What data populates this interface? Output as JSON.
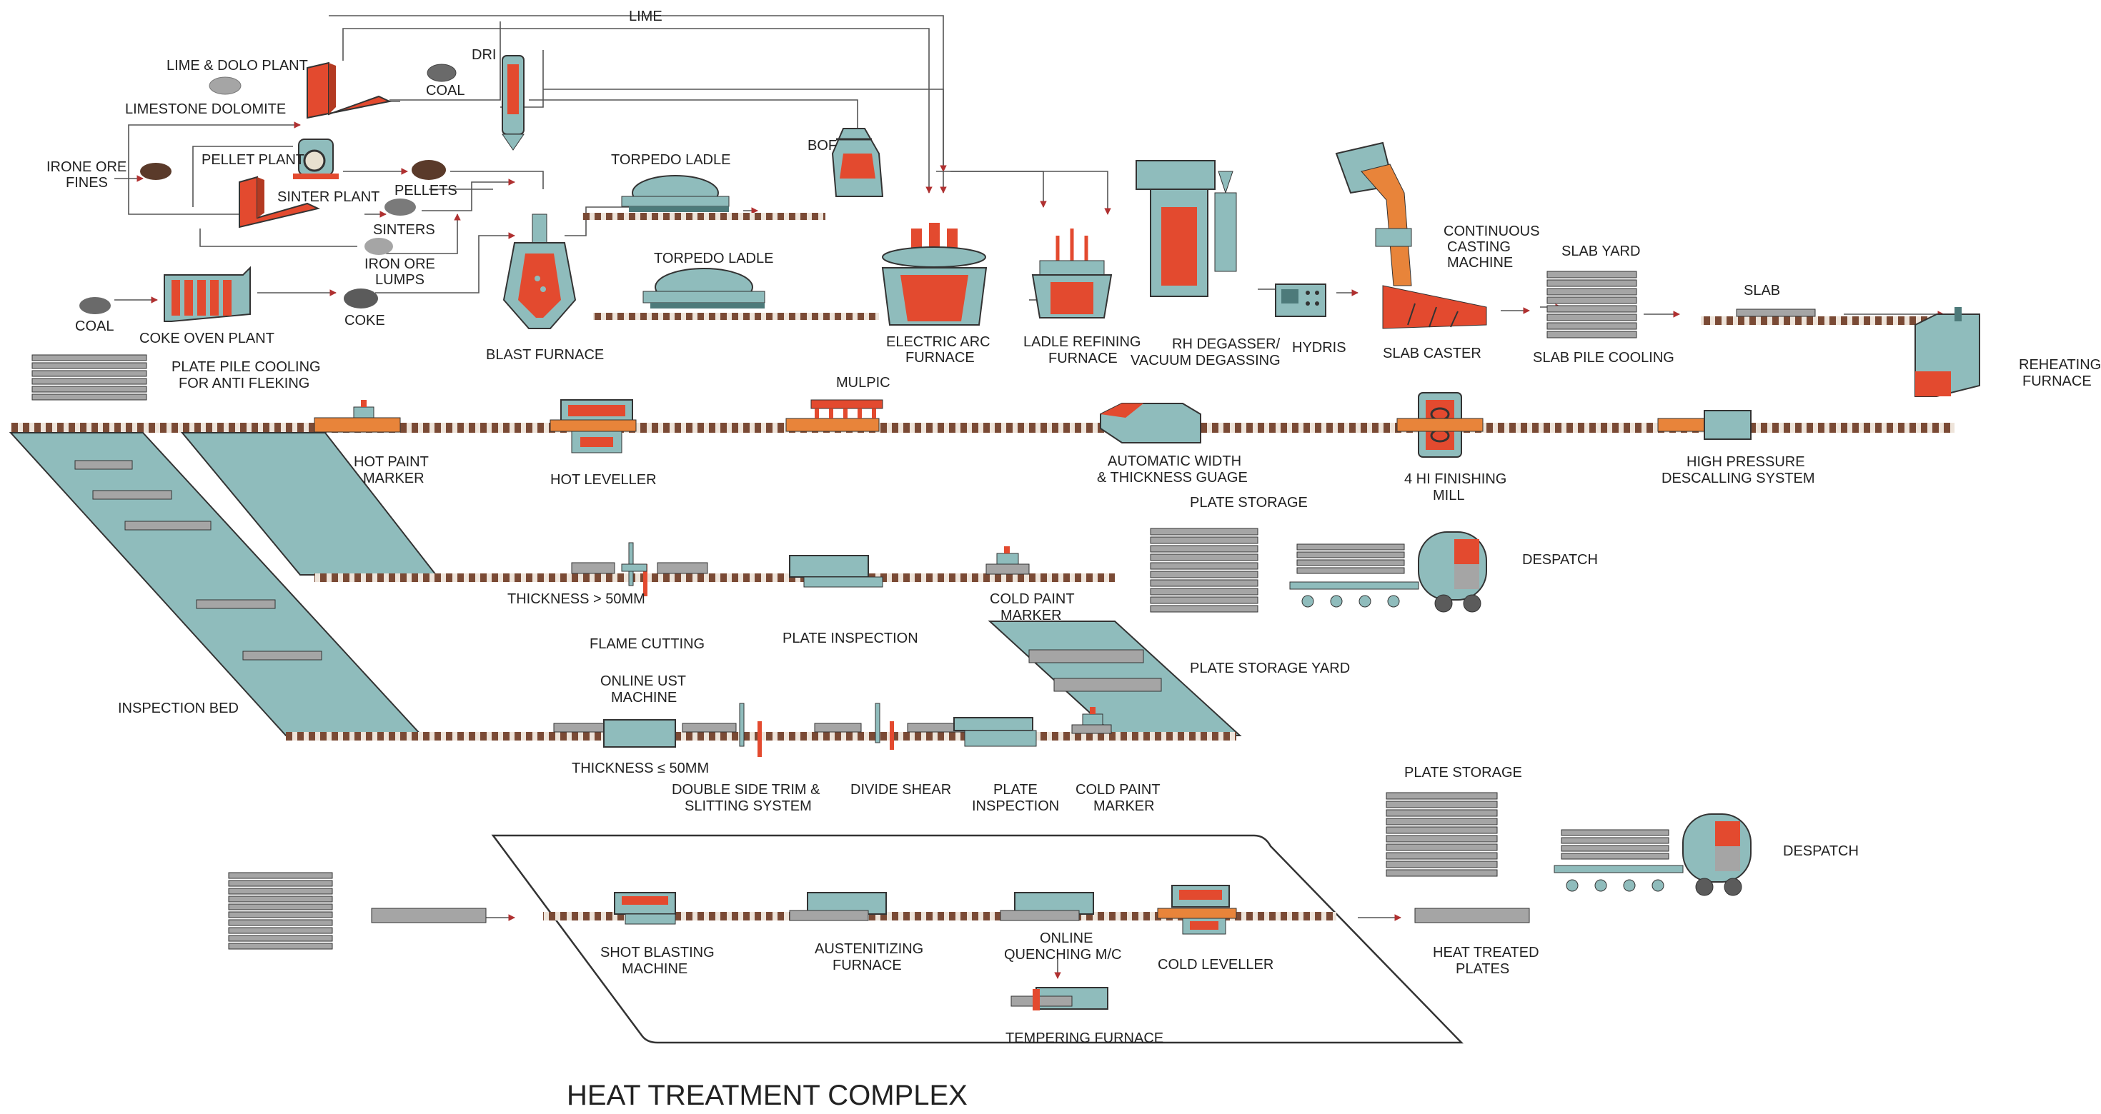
{
  "labels": {
    "lime": "LIME",
    "lime_dolo_plant": "LIME & DOLO PLANT",
    "limestone_dolomite": "LIMESTONE DOLOMITE",
    "dri": "DRI",
    "coal_top": "COAL",
    "pellet_plant": "PELLET PLANT",
    "irone_ore_fines_1": "IRONE ORE",
    "irone_ore_fines_2": "FINES",
    "pellets": "PELLETS",
    "sinter_plant": "SINTER PLANT",
    "sinters": "SINTERS",
    "iron_ore_lumps_1": "IRON ORE",
    "iron_ore_lumps_2": "LUMPS",
    "coal_left": "COAL",
    "coke_oven_plant": "COKE OVEN PLANT",
    "coke": "COKE",
    "blast_furnace": "BLAST FURNACE",
    "torpedo_ladle_1": "TORPEDO LADLE",
    "torpedo_ladle_2": "TORPEDO LADLE",
    "bof": "BOF",
    "eaf_1": "ELECTRIC ARC",
    "eaf_2": "FURNACE",
    "lrf_1": "LADLE REFINING",
    "lrf_2": "FURNACE",
    "rh_1": "RH DEGASSER/",
    "rh_2": "VACUUM DEGASSING",
    "hydris": "HYDRIS",
    "ccm_1": "CONTINUOUS",
    "ccm_2": "CASTING",
    "ccm_3": "MACHINE",
    "slab_caster": "SLAB CASTER",
    "slab_yard": "SLAB YARD",
    "slab_pile_cooling": "SLAB PILE COOLING",
    "slab": "SLAB",
    "reheating_1": "REHEATING",
    "reheating_2": "FURNACE",
    "plate_pile_1": "PLATE PILE COOLING",
    "plate_pile_2": "FOR ANTI FLEKING",
    "hot_paint_1": "HOT PAINT",
    "hot_paint_2": "MARKER",
    "hot_leveller": "HOT LEVELLER",
    "mulpic": "MULPIC",
    "awtg_1": "AUTOMATIC WIDTH",
    "awtg_2": "& THICKNESS GUAGE",
    "four_hi_1": "4 HI FINISHING",
    "four_hi_2": "MILL",
    "hpds_1": "HIGH PRESSURE",
    "hpds_2": "DESCALLING SYSTEM",
    "thickness_gt": "THICKNESS > 50MM",
    "flame_cutting": "FLAME CUTTING",
    "plate_inspection_1": "PLATE INSPECTION",
    "cold_paint_1a": "COLD PAINT",
    "cold_paint_1b": "MARKER",
    "plate_storage_1": "PLATE STORAGE",
    "despatch_1": "DESPATCH",
    "plate_storage_yard": "PLATE STORAGE YARD",
    "inspection_bed": "INSPECTION BED",
    "online_ust_1": "ONLINE UST",
    "online_ust_2": "MACHINE",
    "thickness_le": "THICKNESS ≤ 50MM",
    "dst_1": "DOUBLE SIDE TRIM &",
    "dst_2": "SLITTING SYSTEM",
    "divide_shear": "DIVIDE SHEAR",
    "plate_insp_2a": "PLATE",
    "plate_insp_2b": "INSPECTION",
    "cold_paint_2a": "COLD PAINT",
    "cold_paint_2b": "MARKER",
    "plate_storage_2": "PLATE STORAGE",
    "despatch_2": "DESPATCH",
    "shot_blast_1": "SHOT BLASTING",
    "shot_blast_2": "MACHINE",
    "austen_1": "AUSTENITIZING",
    "austen_2": "FURNACE",
    "quench_1": "ONLINE",
    "quench_2": "QUENCHING M/C",
    "cold_leveller": "COLD LEVELLER",
    "heat_treated_1": "HEAT TREATED",
    "heat_treated_2": "PLATES",
    "tempering": "TEMPERING FURNACE"
  },
  "title": "HEAT TREATMENT COMPLEX",
  "colors": {
    "teal": "#8fbcbc",
    "teal_dark": "#4d7a7a",
    "orange_red": "#e34a2f",
    "orange": "#e8843a",
    "gray": "#a5a5a5",
    "gray_dark": "#5b5b5b",
    "brown": "#5a3a2a",
    "line": "#333333",
    "arrow_red": "#b03030",
    "rail": "#7a4a35"
  }
}
